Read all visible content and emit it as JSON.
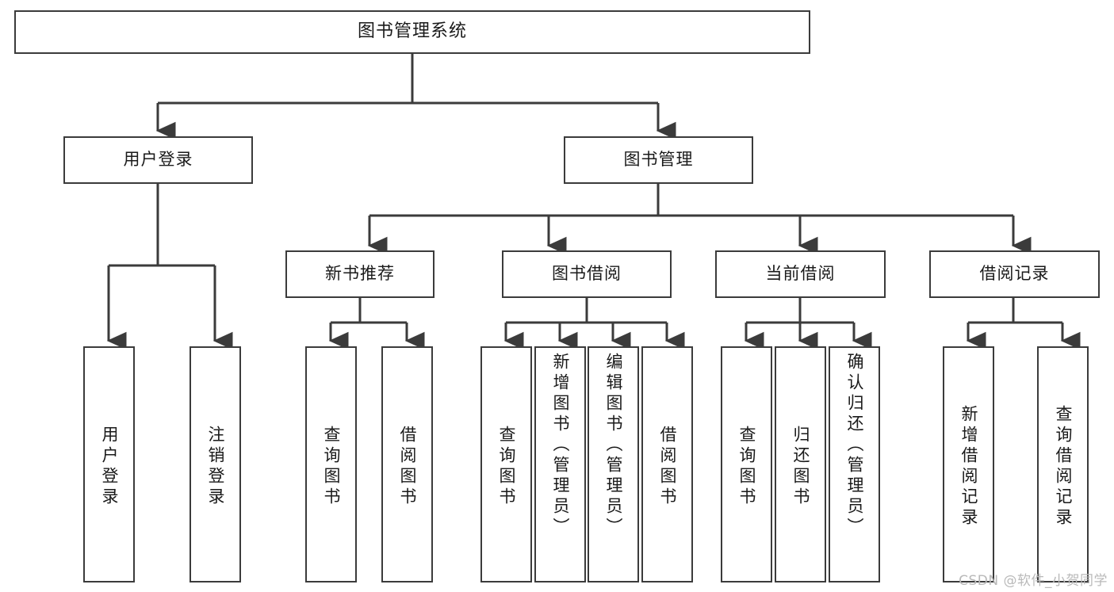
{
  "diagram": {
    "type": "tree",
    "title": "图书管理系统",
    "root": {
      "label": "图书管理系统"
    },
    "level2": [
      {
        "label": "用户登录"
      },
      {
        "label": "图书管理"
      }
    ],
    "level3": [
      {
        "label": "新书推荐"
      },
      {
        "label": "图书借阅"
      },
      {
        "label": "当前借阅"
      },
      {
        "label": "借阅记录"
      }
    ],
    "leaves": {
      "user_login": [
        {
          "label": "用户登录"
        },
        {
          "label": "注销登录"
        }
      ],
      "new_book_recommend": [
        {
          "label": "查询图书"
        },
        {
          "label": "借阅图书"
        }
      ],
      "book_borrow": [
        {
          "label": "查询图书"
        },
        {
          "label": "新增图书（管理员）"
        },
        {
          "label": "编辑图书（管理员）"
        },
        {
          "label": "借阅图书"
        }
      ],
      "current_borrow": [
        {
          "label": "查询图书"
        },
        {
          "label": "归还图书"
        },
        {
          "label": "确认归还（管理员）"
        }
      ],
      "borrow_record": [
        {
          "label": "新增借阅记录"
        },
        {
          "label": "查询借阅记录"
        }
      ]
    }
  },
  "colors": {
    "stroke": "#3b3b3b",
    "text": "#1a1a1a",
    "background": "#ffffff",
    "watermark": "#b9b9b9"
  },
  "watermark": {
    "text": "CSDN @软件_小贺同学"
  }
}
